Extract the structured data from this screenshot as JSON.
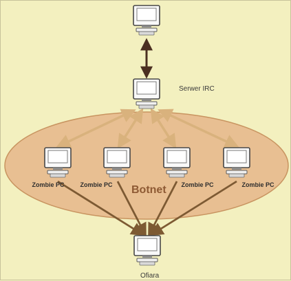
{
  "diagram": {
    "nodes": {
      "top_pc": {
        "icon": "computer-icon"
      },
      "irc_server": {
        "label": "Serwer IRC",
        "icon": "computer-icon"
      },
      "victim": {
        "label": "Ofiara",
        "icon": "computer-icon"
      },
      "zombies": [
        {
          "label": "Zombie PC",
          "icon": "computer-icon"
        },
        {
          "label": "Zombie PC",
          "icon": "computer-icon"
        },
        {
          "label": "Zombie PC",
          "icon": "computer-icon"
        },
        {
          "label": "Zombie PC",
          "icon": "computer-icon"
        }
      ]
    },
    "group": {
      "label": "Botnet"
    },
    "colors": {
      "background": "#f3f0bf",
      "botnet_fill": "#e8bf92",
      "botnet_edge": "#c89460",
      "dark_arrow": "#4b2f21",
      "light_arrow": "#d9b27d",
      "attack_arrow": "#7d5a33"
    }
  }
}
